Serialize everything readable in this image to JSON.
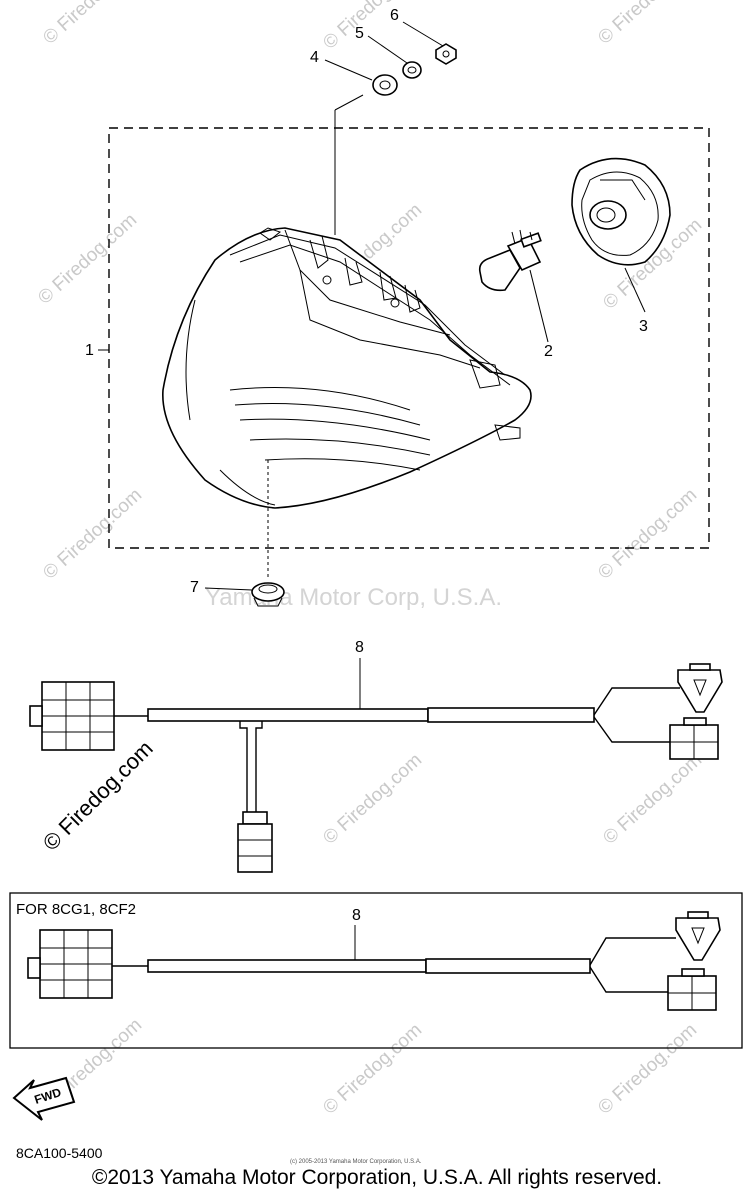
{
  "callouts": [
    "1",
    "2",
    "3",
    "4",
    "5",
    "6",
    "7",
    "8",
    "8"
  ],
  "watermark_text": "© Firedog.com",
  "corporate_watermark": "Yamaha Motor Corp, U.S.A.",
  "variant_label": "FOR 8CG1, 8CF2",
  "diagram_code": "8CA100-5400",
  "small_print": "(c) 2005-2013 Yamaha Motor Corporation, U.S.A.",
  "copyright": "©2013 Yamaha Motor Corporation, U.S.A. All rights reserved.",
  "fwd_label": "FWD"
}
